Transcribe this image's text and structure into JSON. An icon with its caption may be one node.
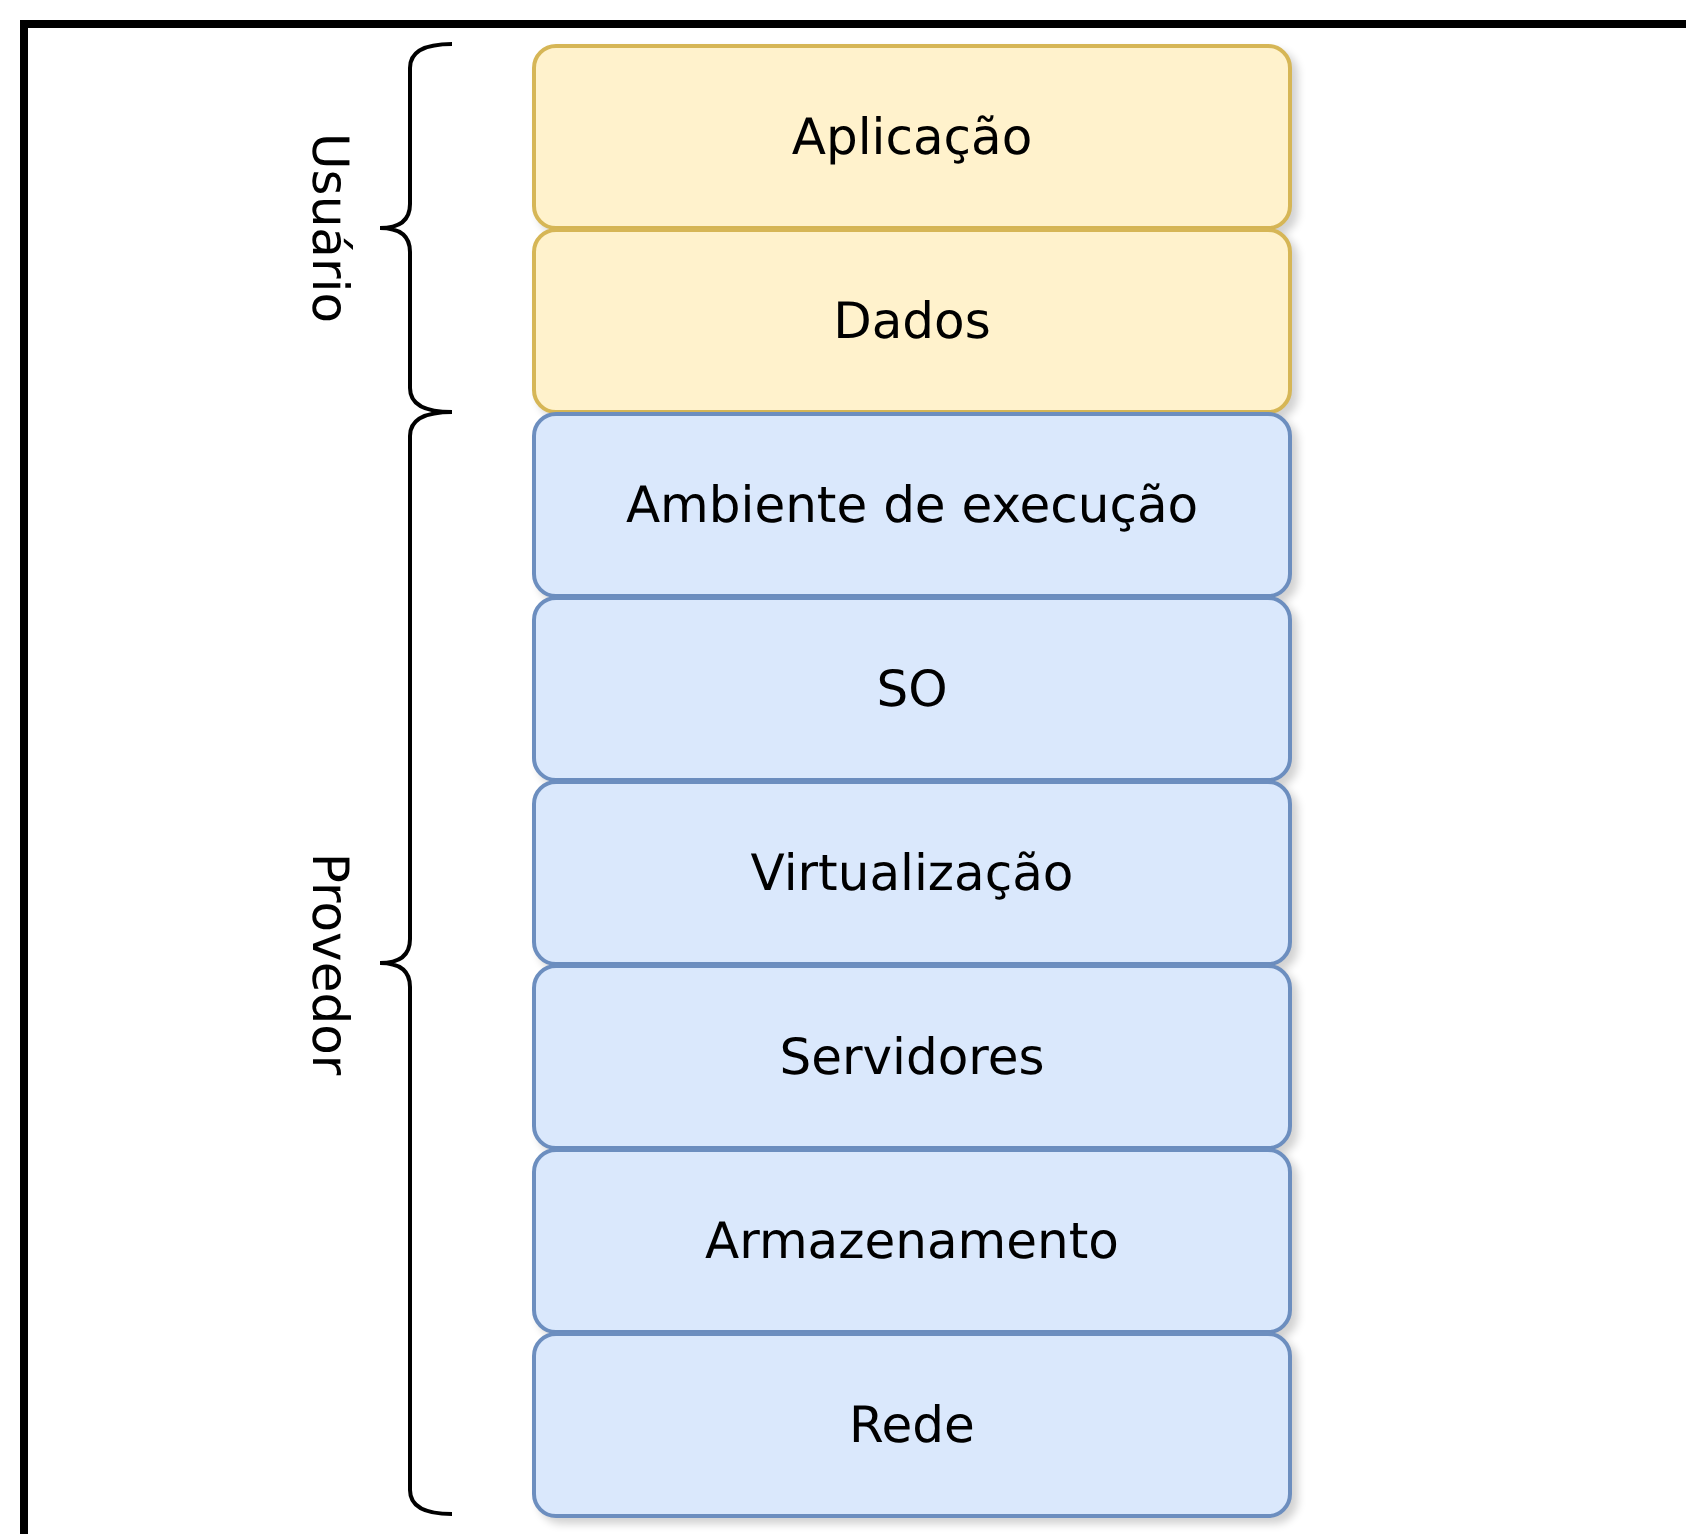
{
  "diagram": {
    "nodes": [
      {
        "text": [
          "Aplicação"
        ]
      },
      {
        "text": [
          "Dados"
        ]
      },
      {
        "text": [
          "Ambiente de execução"
        ]
      },
      {
        "text": [
          "SO"
        ]
      },
      {
        "text": [
          "Virtualização"
        ]
      },
      {
        "text": [
          "Servidores"
        ]
      },
      {
        "text": [
          "Armazenamento"
        ]
      },
      {
        "text": [
          "Rede"
        ]
      }
    ],
    "edges": [],
    "labels": [
      "Usuário",
      "Provedor"
    ]
  }
}
